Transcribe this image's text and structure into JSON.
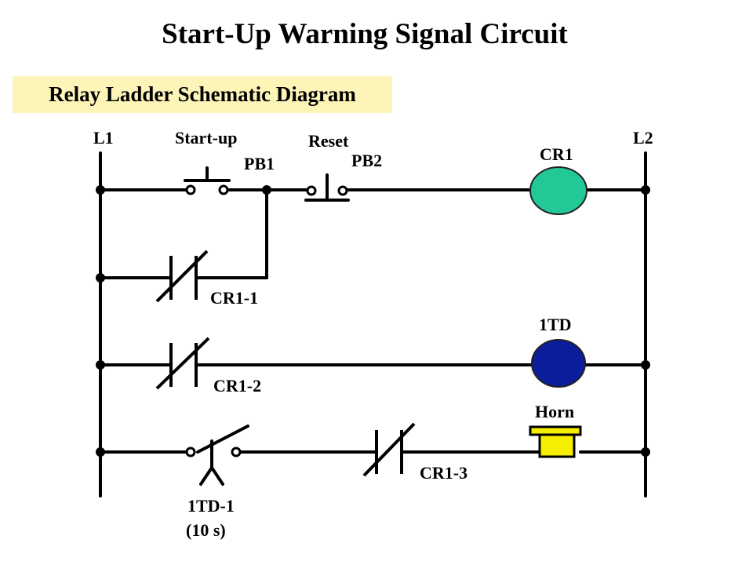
{
  "title": "Start-Up Warning Signal Circuit",
  "subtitle": "Relay Ladder Schematic Diagram",
  "rails": {
    "left": "L1",
    "right": "L2"
  },
  "labels": {
    "startup": "Start-up",
    "pb1": "PB1",
    "reset": "Reset",
    "pb2": "PB2",
    "cr1": "CR1",
    "cr1_1": "CR1-1",
    "td1": "1TD",
    "cr1_2": "CR1-2",
    "horn": "Horn",
    "cr1_3": "CR1-3",
    "td1_contact": "1TD-1",
    "td1_delay": "(10 s)"
  },
  "colors": {
    "wire": "#000000",
    "cr1_coil": "#22c997",
    "td_coil": "#0b1d9a",
    "horn": "#f5ee00",
    "subtitle_bg": "#fdf5b8"
  }
}
